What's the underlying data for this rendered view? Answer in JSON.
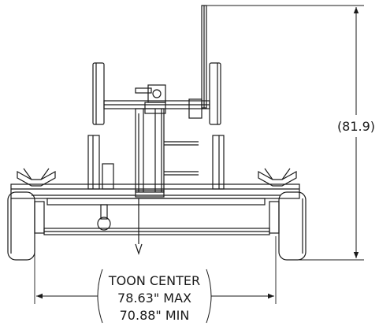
{
  "dimensions": {
    "height_label": "(81.9)",
    "width_lines": [
      "TOON CENTER",
      "78.63\" MAX",
      "70.88\" MIN"
    ]
  },
  "colors": {
    "line": "#1a1a1a",
    "background": "#ffffff"
  }
}
